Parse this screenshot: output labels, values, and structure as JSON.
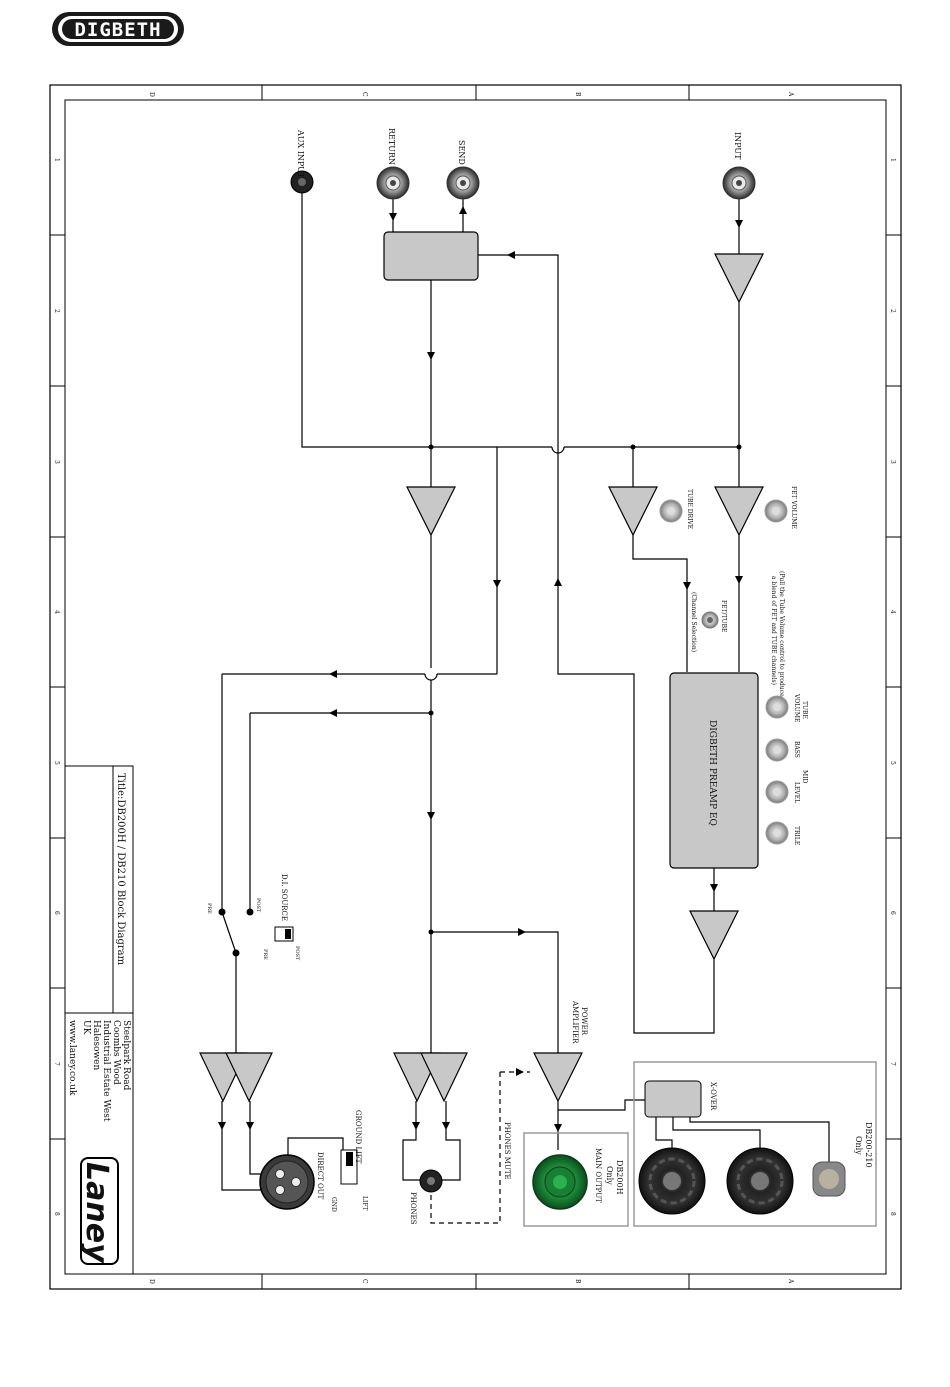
{
  "logo": {
    "text": "DIGBETH"
  },
  "grid": {
    "top_letters": [
      "D",
      "C",
      "B",
      "A"
    ],
    "bottom_letters": [
      "D",
      "C",
      "B",
      "A"
    ],
    "left_numbers": [
      "1",
      "2",
      "3",
      "4",
      "5",
      "6",
      "7",
      "8"
    ],
    "right_numbers": [
      "1",
      "2",
      "3",
      "4",
      "5",
      "6",
      "7",
      "8"
    ]
  },
  "labels": {
    "aux_input": "AUX INPUT",
    "return": "RETURN",
    "send": "SEND",
    "input": "INPUT",
    "fet_volume": "FET VOLUME",
    "tube_drive": "TUBE DRIVE",
    "pull_note_1": "(Pull the Tube Volume control to produce",
    "pull_note_2": "a blend of FET and TUBE channels)",
    "fet_tube_1": "FET/TUBE",
    "fet_tube_2": "(Channel Selection)",
    "preamp_eq": "DIGBETH PREAMP EQ",
    "tube_volume_1": "TUBE",
    "tube_volume_2": "VOLUME",
    "bass": "BASS",
    "mid": "MID",
    "mid_level": "LEVEL",
    "treble": "TRILE",
    "power_amp_1": "POWER",
    "power_amp_2": "AMPLIFIER",
    "xover": "X-OVER",
    "db200_210_1": "DB200-210",
    "db200_210_2": "Only",
    "db200h_1": "DB200H",
    "db200h_2": "Only",
    "main_output": "MAIN OUTPUT",
    "phones_mute": "PHONES MUTE",
    "phones": "PHONES",
    "ground_lift": "GROUND LIFT",
    "direct_out": "DIRECT OUT",
    "lift": "LIFT",
    "gnd": "GND",
    "di_source": "D.I. SOURCE",
    "post": "POST",
    "pre": "PRE",
    "pre_sw": "PRE",
    "post_sw": "POST"
  },
  "title_block": {
    "title": "Title:DB200H / DB210 Block Diagram",
    "address": [
      "Steelpark Road",
      "Coombs Wood",
      "Industrial Estate West",
      "Halesowen",
      "UK"
    ],
    "web": "www.laney.co.uk",
    "brand": "Laney"
  },
  "colors": {
    "block_fill": "#c8c8c8",
    "line": "#000000",
    "main_output": "#1d8a3a",
    "grey_box": "#9a9a9a"
  }
}
